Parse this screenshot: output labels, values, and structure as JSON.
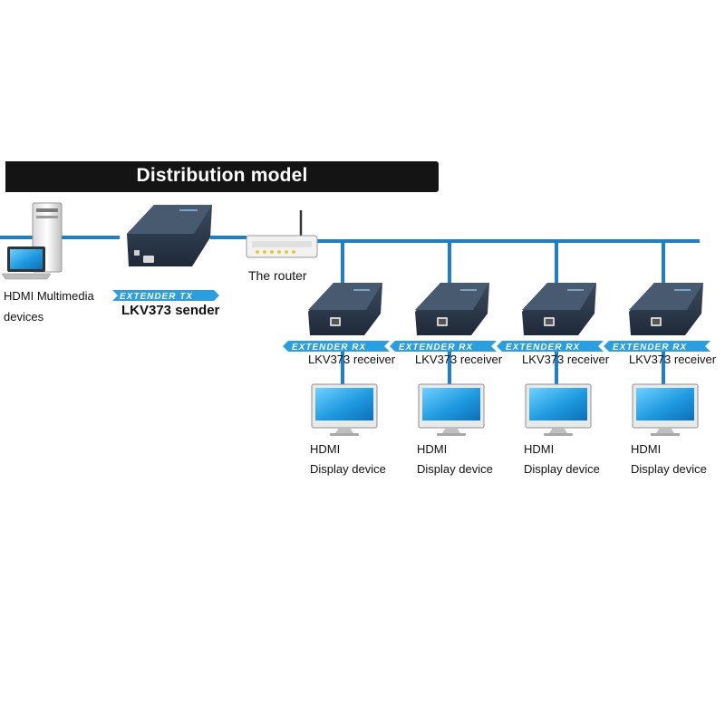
{
  "title": "Distribution model",
  "source": {
    "label_line1": "HDMI Multimedia",
    "label_line2": "devices"
  },
  "sender": {
    "badge": "EXTENDER TX",
    "label": "LKV373 sender"
  },
  "router": {
    "label": "The router"
  },
  "receivers": [
    {
      "badge": "EXTENDER RX",
      "label": "LKV373 receiver",
      "display_line1": "HDMI",
      "display_line2": "Display device"
    },
    {
      "badge": "EXTENDER RX",
      "label": "LKV373 receiver",
      "display_line1": "HDMI",
      "display_line2": "Display device"
    },
    {
      "badge": "EXTENDER RX",
      "label": "LKV373 receiver",
      "display_line1": "HDMI",
      "display_line2": "Display device"
    },
    {
      "badge": "EXTENDER RX",
      "label": "LKV373 receiver",
      "display_line1": "HDMI",
      "display_line2": "Display device"
    }
  ],
  "colors": {
    "cable": "#1f7fc4",
    "device_body": "#2a3646",
    "badge": "#2a9fe0",
    "screen": "#2aa6e8",
    "title_bar": "#141414"
  }
}
